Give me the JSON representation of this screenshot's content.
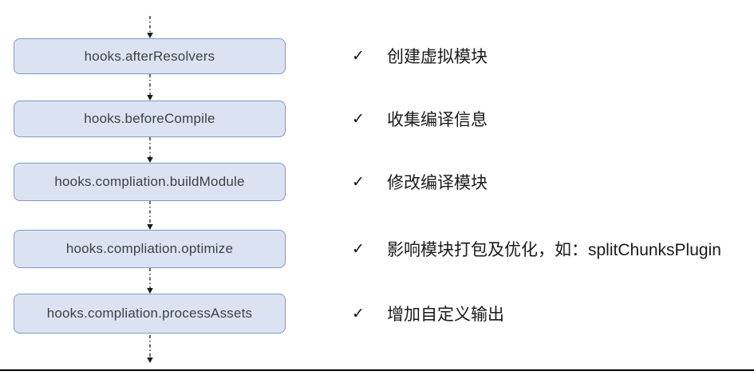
{
  "diagram": {
    "steps": [
      {
        "hook": "hooks.afterResolvers",
        "note": "创建虚拟模块"
      },
      {
        "hook": "hooks.beforeCompile",
        "note": "收集编译信息"
      },
      {
        "hook": "hooks.compliation.buildModule",
        "note": "修改编译模块"
      },
      {
        "hook": "hooks.compliation.optimize",
        "note": "影响模块打包及优化，如：splitChunksPlugin"
      },
      {
        "hook": "hooks.compliation.processAssets",
        "note": "增加自定义输出"
      }
    ],
    "check_glyph": "✓",
    "colors": {
      "box_fill": "#dbe3f3",
      "box_border": "#8496c8",
      "box_text": "#3f3f3f",
      "note_text": "#1a1a1a",
      "arrow": "#1a1a1a",
      "divider": "#000000"
    }
  }
}
